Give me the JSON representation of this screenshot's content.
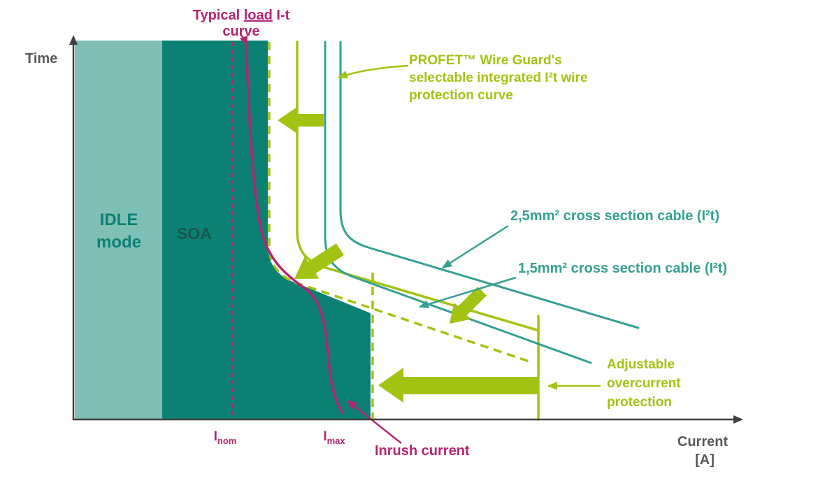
{
  "colors": {
    "lime": "#A3C313",
    "teal": "#35A093",
    "magenta": "#B42573",
    "idle": "#7FBFB5",
    "soa": "#0C8173",
    "soa_text": "#1A564E",
    "gray": "#58585A",
    "axis": "#3F3F3F"
  },
  "axes": {
    "y": "Time",
    "x_line1": "Current",
    "x_line2": "[A]"
  },
  "regions": {
    "idle_line1": "IDLE",
    "idle_line2": "mode",
    "soa": "SOA"
  },
  "load": {
    "title_pre": "Typical ",
    "title_underlined": "load",
    "title_post": " I-t",
    "title_line2": "curve",
    "inrush_label": "Inrush current",
    "i_nom_base": "I",
    "i_nom_sub": "nom",
    "i_max_base": "I",
    "i_max_sub": "max"
  },
  "profet_label": {
    "line1": "PROFET™ Wire Guard's",
    "line2": "selectable integrated I²t wire",
    "line3": "protection curve"
  },
  "cables": {
    "c25_label": "2,5mm² cross section cable (I²t)",
    "c15_label": "1,5mm² cross section cable (I²t)"
  },
  "overcurrent_label": {
    "line1": "Adjustable",
    "line2": "overcurrent",
    "line3": "protection"
  }
}
